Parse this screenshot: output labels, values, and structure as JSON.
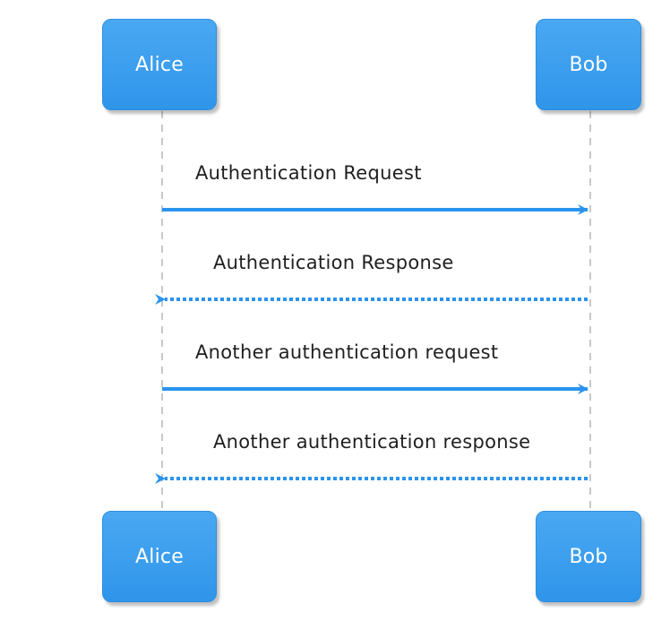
{
  "participants": [
    {
      "id": "alice",
      "label": "Alice"
    },
    {
      "id": "bob",
      "label": "Bob"
    }
  ],
  "messages": [
    {
      "from": "Alice",
      "to": "Bob",
      "label": "Authentication Request",
      "style": "solid"
    },
    {
      "from": "Bob",
      "to": "Alice",
      "label": "Authentication Response",
      "style": "dotted"
    },
    {
      "from": "Alice",
      "to": "Bob",
      "label": "Another authentication request",
      "style": "solid"
    },
    {
      "from": "Bob",
      "to": "Alice",
      "label": "Another authentication response",
      "style": "dotted"
    }
  ],
  "colors": {
    "participant_fill": "#3a9eef",
    "participant_text": "#ffffff",
    "arrow": "#2b93ee",
    "lifeline": "#c8c8c8",
    "message_text": "#1f1f1f"
  }
}
